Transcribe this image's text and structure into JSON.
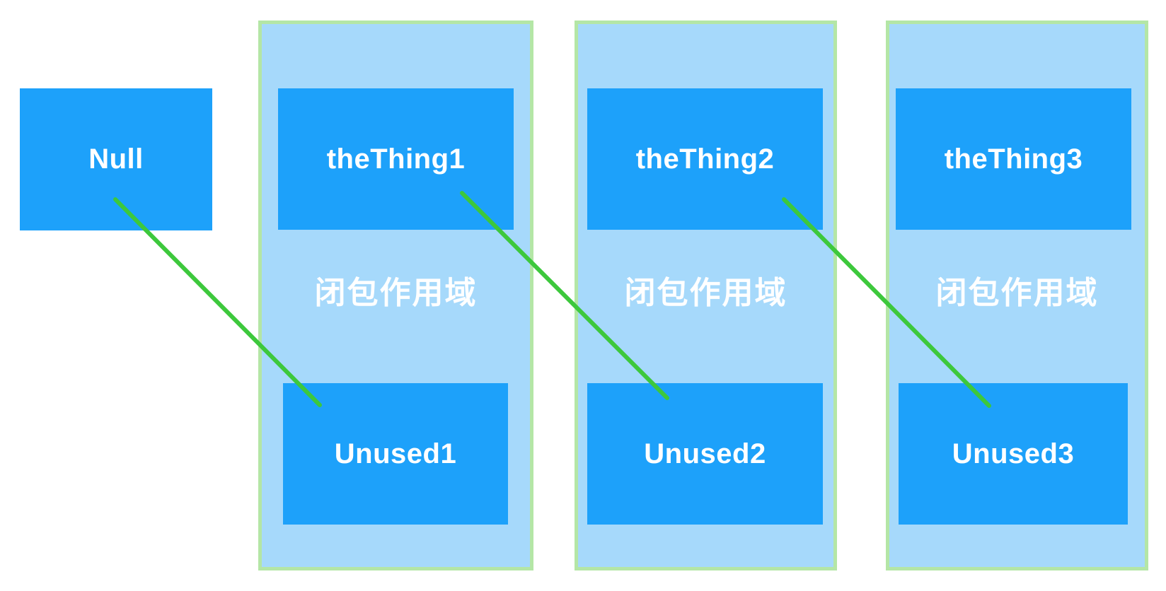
{
  "null_box": {
    "label": "Null"
  },
  "scopes": [
    {
      "thing_label": "theThing1",
      "scope_label": "闭包作用域",
      "unused_label": "Unused1"
    },
    {
      "thing_label": "theThing2",
      "scope_label": "闭包作用域",
      "unused_label": "Unused2"
    },
    {
      "thing_label": "theThing3",
      "scope_label": "闭包作用域",
      "unused_label": "Unused3"
    }
  ],
  "connections": [
    {
      "from": "Null",
      "to": "Unused1"
    },
    {
      "from": "theThing1",
      "to": "Unused2"
    },
    {
      "from": "theThing2",
      "to": "Unused3"
    }
  ],
  "colors": {
    "box_blue": "#1DA1FA",
    "scope_fill": "#A6D9FB",
    "scope_border": "#B4E6A6",
    "connector_green": "#3DC83C",
    "label_white": "#FFFFFF"
  }
}
